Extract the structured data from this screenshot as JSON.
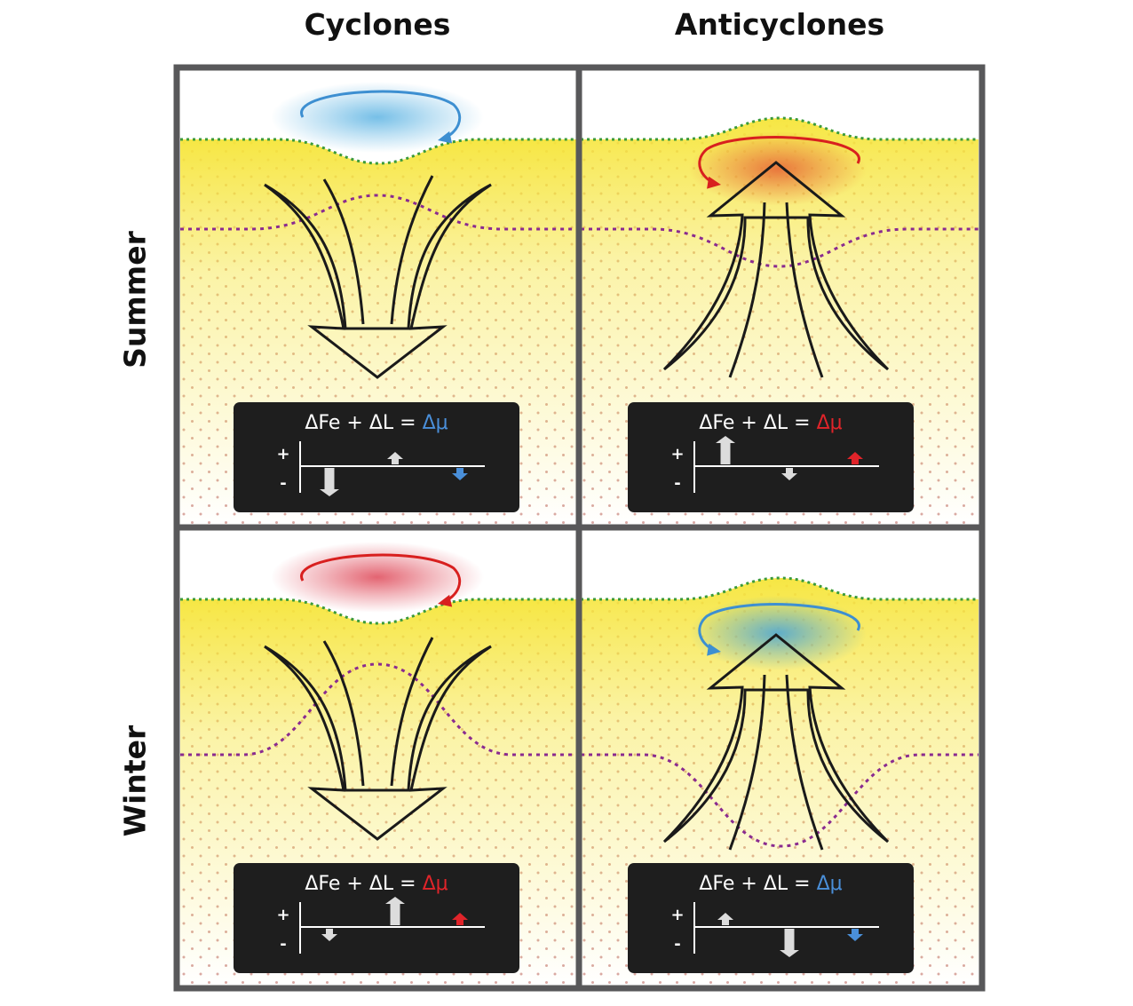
{
  "column_headers": [
    "Cyclones",
    "Anticyclones"
  ],
  "row_headers": [
    "Summer",
    "Winter"
  ],
  "panels": [
    {
      "id": "summer-cyclone",
      "eddy": "cyclone",
      "season": "Summer",
      "swirl_color": "#3d8fd1",
      "glow_color": "#6fbce6",
      "equation": {
        "fe": "ΔFe",
        "plus": "+",
        "l": "ΔL",
        "eq": "=",
        "mu": "Δμ",
        "mu_color": "#4a8fd9"
      },
      "bars": {
        "fe": "down",
        "l": "up",
        "mu": "down"
      },
      "signs": {
        "pos": "+",
        "neg": "-"
      }
    },
    {
      "id": "summer-anticyclone",
      "eddy": "anticyclone",
      "season": "Summer",
      "swirl_color": "#d8201f",
      "glow_color": "#e8703a",
      "equation": {
        "fe": "ΔFe",
        "plus": "+",
        "l": "ΔL",
        "eq": "=",
        "mu": "Δμ",
        "mu_color": "#e0242a"
      },
      "bars": {
        "fe": "up",
        "l": "down",
        "mu": "up"
      },
      "signs": {
        "pos": "+",
        "neg": "-"
      }
    },
    {
      "id": "winter-cyclone",
      "eddy": "cyclone",
      "season": "Winter",
      "swirl_color": "#d8201f",
      "glow_color": "#e25c6a",
      "equation": {
        "fe": "ΔFe",
        "plus": "+",
        "l": "ΔL",
        "eq": "=",
        "mu": "Δμ",
        "mu_color": "#e0242a"
      },
      "bars": {
        "fe": "down",
        "l": "up",
        "mu": "up"
      },
      "signs": {
        "pos": "+",
        "neg": "-"
      }
    },
    {
      "id": "winter-anticyclone",
      "eddy": "anticyclone",
      "season": "Winter",
      "swirl_color": "#3d8fd1",
      "glow_color": "#57aacf",
      "equation": {
        "fe": "ΔFe",
        "plus": "+",
        "l": "ΔL",
        "eq": "=",
        "mu": "Δμ",
        "mu_color": "#4a8fd9"
      },
      "bars": {
        "fe": "up",
        "l": "down",
        "mu": "down"
      },
      "signs": {
        "pos": "+",
        "neg": "-"
      }
    }
  ],
  "colors": {
    "frame": "#58585a",
    "mixed_layer": "#f6e53a",
    "surface_line": "#3b9a3a",
    "nutricline_line": "#8a2b8f",
    "dots": "#d9a8a4",
    "box": "#1e1e1e",
    "bar": "#dcdcdc"
  }
}
